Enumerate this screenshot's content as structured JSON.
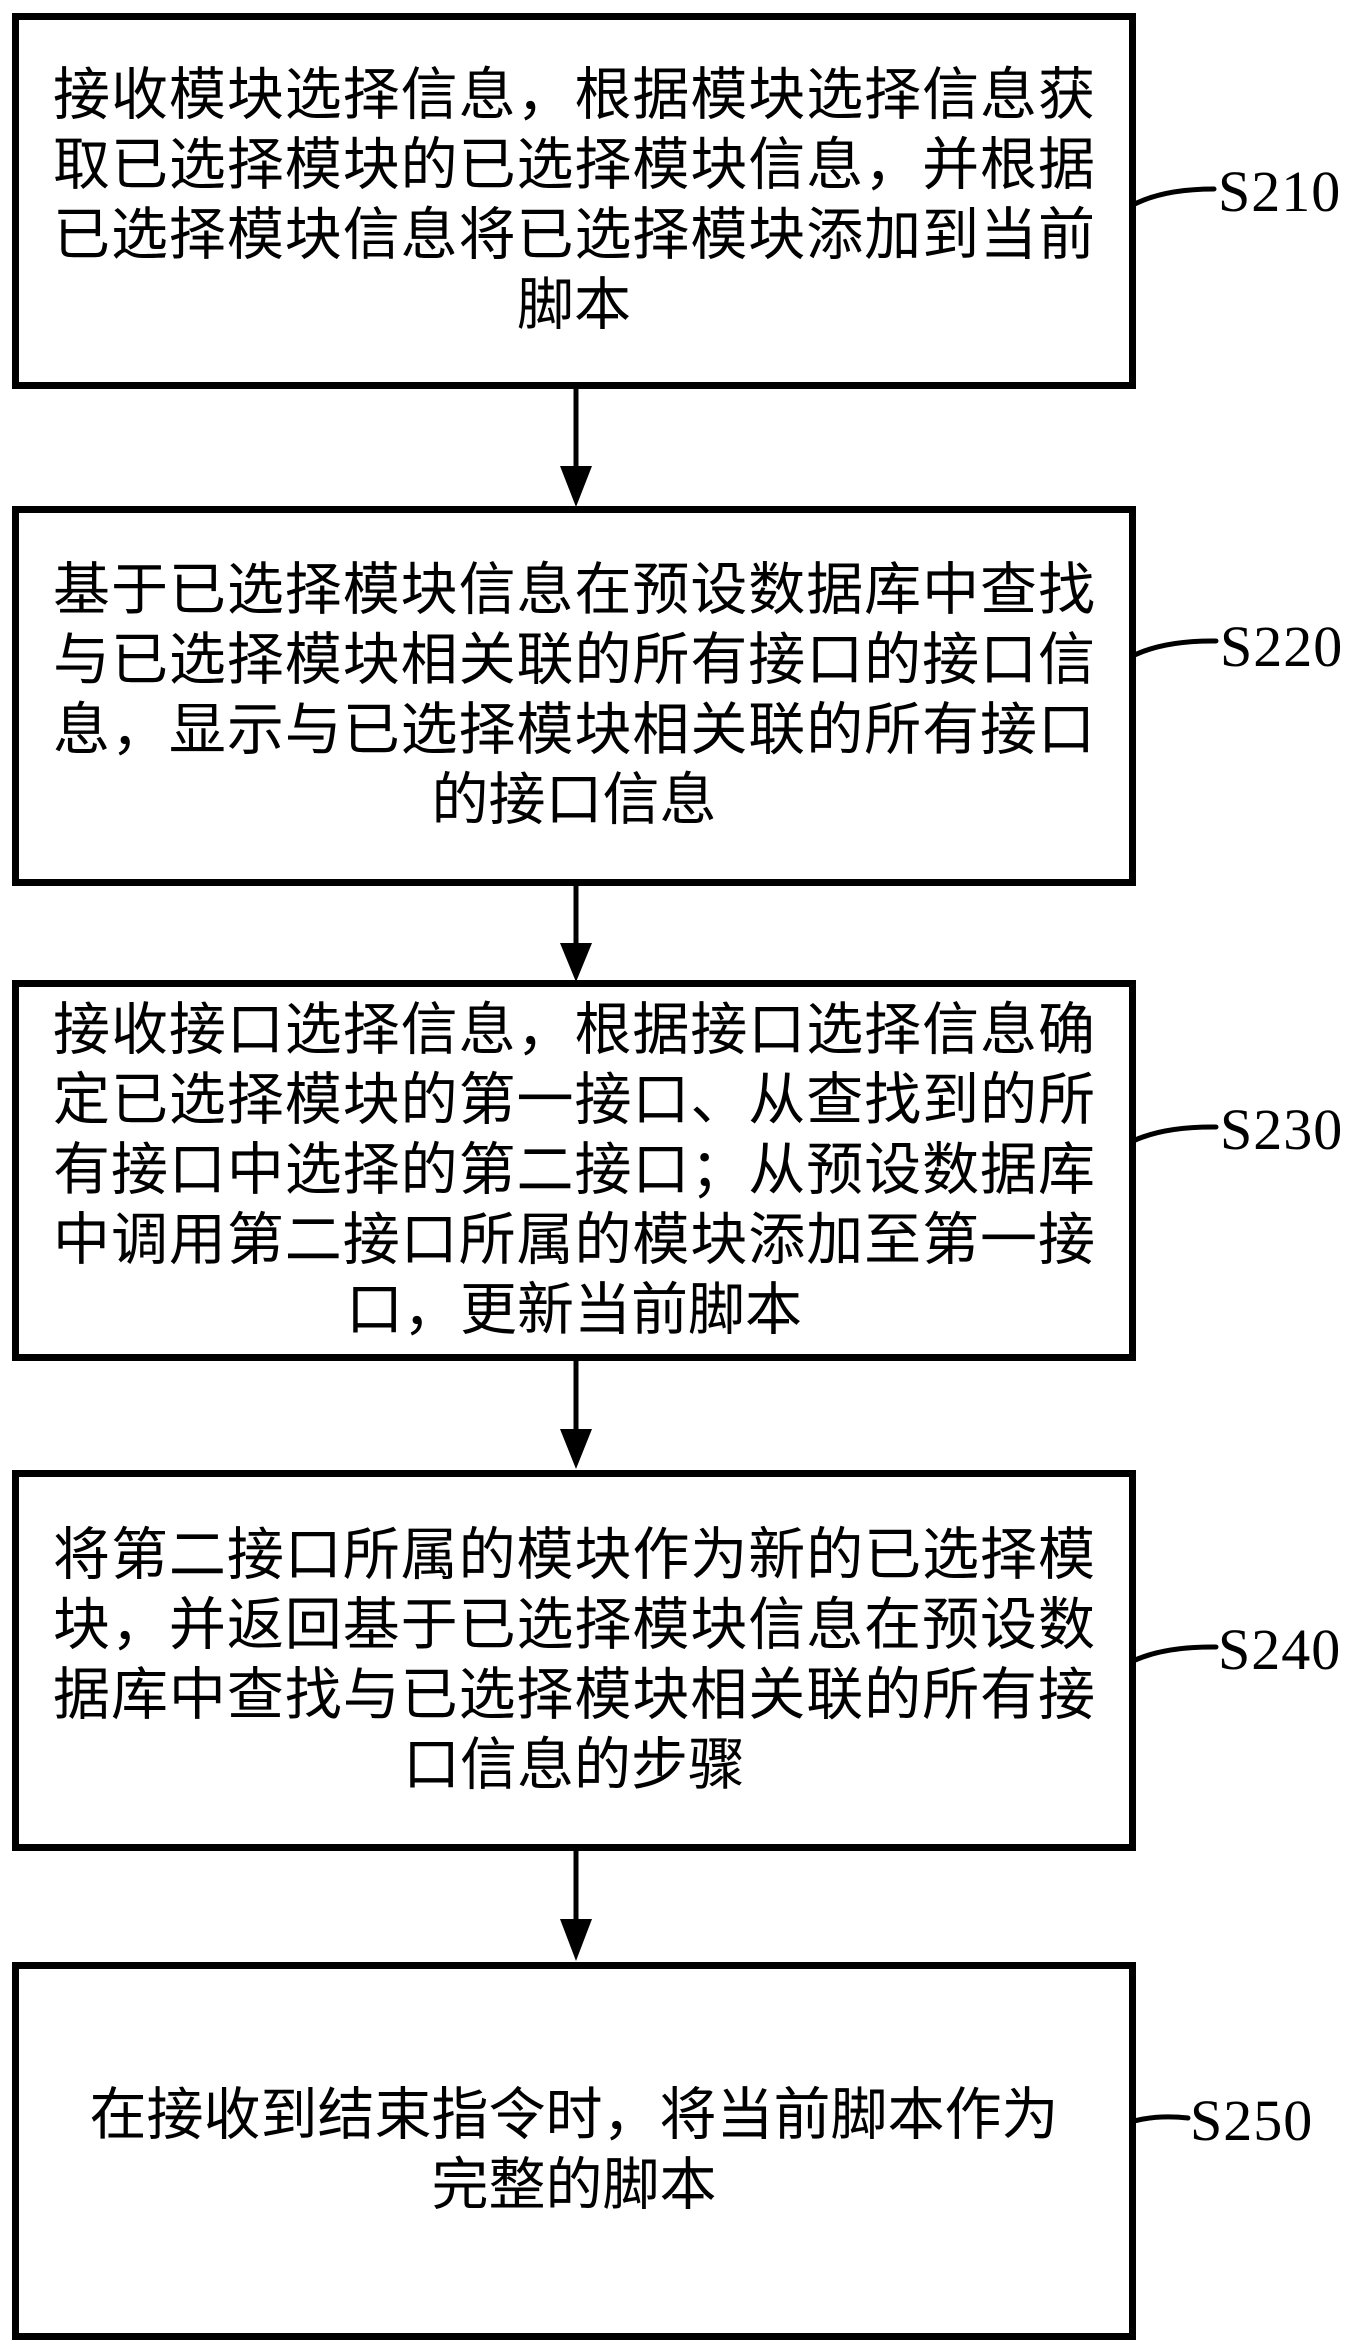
{
  "figure": {
    "type": "flowchart",
    "background_color": "#ffffff",
    "line_color": "#000000",
    "steps": [
      {
        "label": "S210",
        "lines": [
          "接收模块选择信息，根据模块选择信息获",
          "取已选择模块的已选择模块信息，并根据",
          "已选择模块信息将已选择模块添加到当前",
          "脚本"
        ]
      },
      {
        "label": "S220",
        "lines": [
          "基于已选择模块信息在预设数据库中查找",
          "与已选择模块相关联的所有接口的接口信",
          "息，显示与已选择模块相关联的所有接口",
          "的接口信息"
        ]
      },
      {
        "label": "S230",
        "lines": [
          "接收接口选择信息，根据接口选择信息确",
          "定已选择模块的第一接口、从查找到的所",
          "有接口中选择的第二接口；从预设数据库",
          "中调用第二接口所属的模块添加至第一接",
          "口，更新当前脚本"
        ]
      },
      {
        "label": "S240",
        "lines": [
          "将第二接口所属的模块作为新的已选择模",
          "块，并返回基于已选择模块信息在预设数",
          "据库中查找与已选择模块相关联的所有接",
          "口信息的步骤"
        ]
      },
      {
        "label": "S250",
        "lines": [
          "在接收到结束指令时，将当前脚本作为",
          "完整的脚本"
        ]
      }
    ]
  }
}
